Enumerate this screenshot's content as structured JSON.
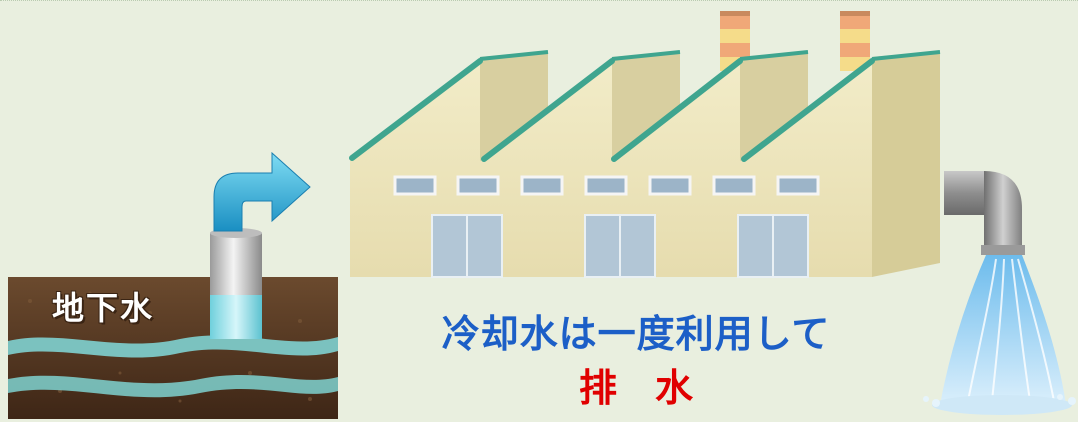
{
  "groundwater_label": "地下水",
  "caption": {
    "line1": "冷却水は一度利用して",
    "line2": "排　水"
  },
  "colors": {
    "background": "#e9efdf",
    "soil": "#5a3a22",
    "water": "#7fd2d0",
    "factory_wall": "#ede6bf",
    "factory_roof_edge": "#3fa58f",
    "caption_blue": "#1c5fc7",
    "caption_red": "#e00000"
  }
}
